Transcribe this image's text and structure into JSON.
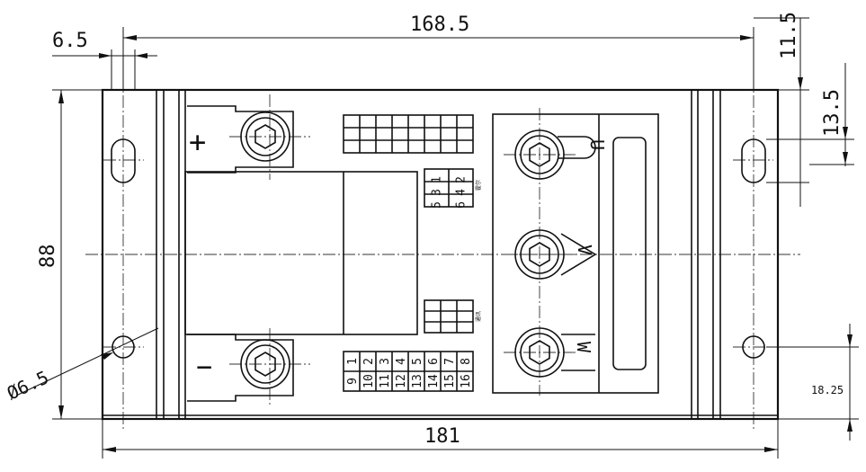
{
  "dimensions": {
    "top_hole_offset": "6.5",
    "top_hole_span": "168.5",
    "right_top_small": "11.5",
    "right_slot_height": "13.5",
    "height": "88",
    "hole_diameter": "Ø6.5",
    "bottom_right": "18.25",
    "total_width": "181"
  },
  "terminals": {
    "positive": "+",
    "negative": "−",
    "u": "U",
    "v": "V",
    "w": "W"
  },
  "connector_grid_top": {
    "cells": [
      [
        "1",
        "2"
      ],
      [
        "3",
        "4"
      ],
      [
        "5",
        "6"
      ]
    ],
    "note": "霍尔"
  },
  "connector_grid_mid": {
    "note": "通讯"
  },
  "connector_grid_bottom": {
    "rows": [
      [
        "9",
        "1"
      ],
      [
        "10",
        "2"
      ],
      [
        "11",
        "3"
      ],
      [
        "12",
        "4"
      ],
      [
        "13",
        "5"
      ],
      [
        "14",
        "6"
      ],
      [
        "15",
        "7"
      ],
      [
        "16",
        "8"
      ]
    ]
  }
}
